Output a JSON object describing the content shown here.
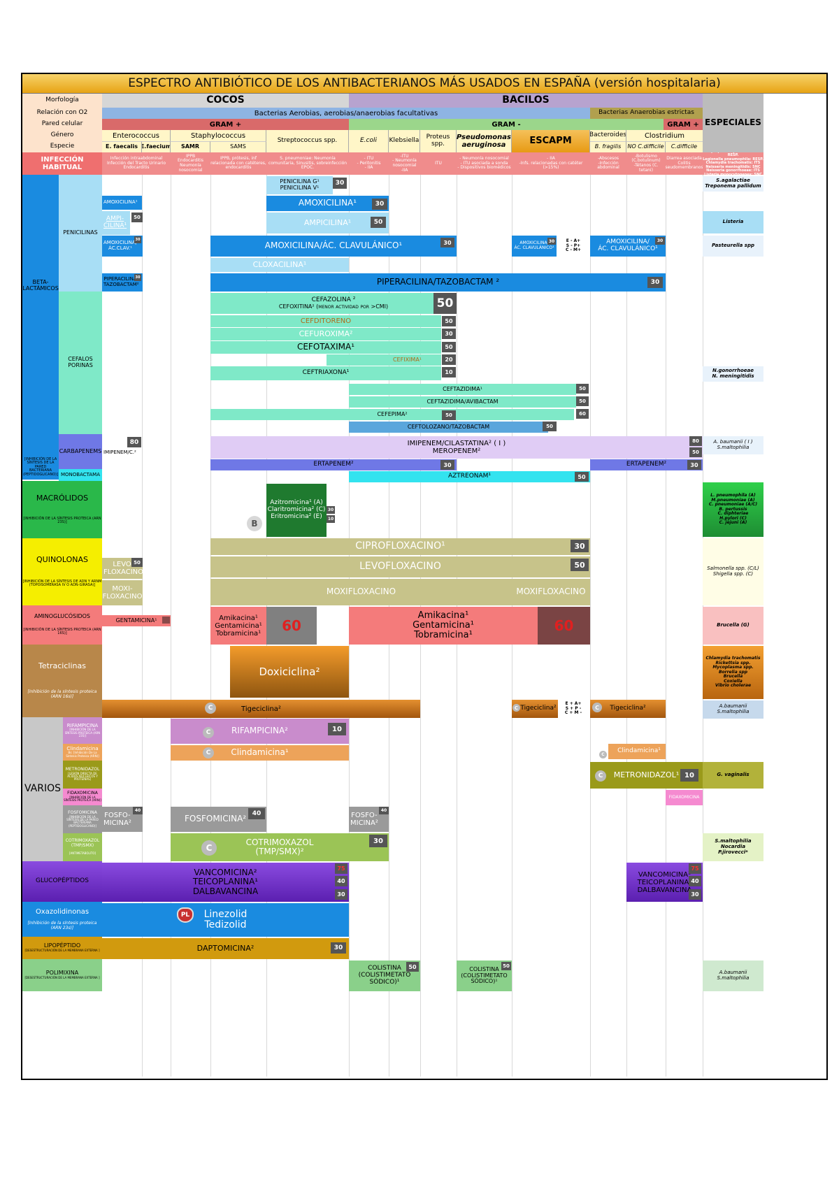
{
  "title": "ESPECTRO ANTIBIÓTICO DE LOS ANTIBACTERIANOS MÁS USADOS EN ESPAÑA (versión hospitalaria)",
  "header_labels": {
    "morfologia": "Morfología",
    "relacion_o2": "Relación con O2",
    "pared": "Pared celular",
    "genero": "Género",
    "especie": "Especie",
    "infeccion": "INFECCIÓN HABITUAL"
  },
  "morph": {
    "cocos": "COCOS",
    "bacilos": "BACILOS",
    "especiales": "ESPECIALES"
  },
  "o2": {
    "aerobias": "Bacterias Aerobias, aerobias/anaerobias facultativas",
    "anaerobias": "Bacterias Anaerobias estrictas"
  },
  "wall": {
    "gram_pos": "GRAM +",
    "gram_neg": "GRAM -",
    "gram_pos2": "GRAM +"
  },
  "genus": {
    "enterococcus": "Enterococcus",
    "staph": "Staphylococcus",
    "strep": "Streptococcus spp.",
    "ecoli": "E.coli",
    "klebsiella": "Klebsiella",
    "proteus": "Proteus spp.",
    "pseudomonas": "Pseudomonas aeruginosa",
    "escapm": "ESCAPM",
    "bacteroides": "Bacteroides",
    "clostridium": "Clostridium"
  },
  "species": {
    "faecalis": "E. faecalis",
    "faecium": "E.faecium",
    "samr": "SAMR",
    "sams": "SAMS",
    "fragilis": "B. fragilis",
    "no_cdiff": "NO C.difficile",
    "cdiff": "C.difficile"
  },
  "infections": {
    "enterococcus": "Infección intraabdominal\nInfección del Tracto Urinario\nEndocarditis",
    "samr": "IPPB\nEndocarditis\nNeumonía nosocomial",
    "sams": "IPPB, prótesis, inf relacionada con catéteres, endocarditis",
    "strep": "S. pneumoniae: Neumonía comunitaria, Sinusitis, sobreinfección EPOC.",
    "ecoli": "- ITU\n- Peritonitis\n- IIA",
    "klebsiella": "-ITU\n- Neumonía nosocomial\n-IIA",
    "proteus": "ITU",
    "pseudomonas": "- Neumonía nosocomial\n- ITU asociada a sonda\n- Dispositivos biomédicos",
    "escapm": "- IIA\n-Infs. relacionadas con catéter (>15%)",
    "bacteroides": "-Abscesos\n-Infección abdominal",
    "no_cdiff": "-Botulismo (C.botulinum)\n-Tétanos (C. tetani)",
    "cdiff": "Diarrea asociada\nColitis pseudomembranosa",
    "especiales": "Mycoplasma pneumoniae: RESP.\nLegionella pneumophila: RESP.\nChlamydia trachomatis: ITS\nNeisseria meningitidis: SNC\nNeisseria gonorrhoeae: ITS\nListeria monocytogenes: SNC"
  },
  "left_labels": {
    "beta": "BETA-LACTÁMICOS",
    "beta_sub": "[INHIBICIÓN DE LA SÍNTESIS DE LA PARED BACTERIANA (PEPTIDOGLICANO)]",
    "penicilinas": "PENICILINAS",
    "cefalosporinas": "CEFALOS\nPORINAS",
    "carbapenems": "CARBAPENEMS",
    "monobactama": "MONOBACTAMA",
    "macrolidos": "MACRÓLIDOS",
    "macrolidos_sub": "[INHIBICIÓN DE LA SÍNTESIS PROTEICA (ARN 23S)]",
    "quinolonas": "QUINOLONAS",
    "quinolonas_sub": "[INHIBICIÓN DE LA SÍNTESIS DE ADN Y ARNM (TOPOISOMERASA IV O ADN-GIRASA)]",
    "aminoglucosidos": "AMINOGLUCÓSIDOS",
    "amino_sub": "[INHIBICIÓN DE LA SÍNTESIS PROTEICA (ARN 16S)]",
    "tetraciclinas": "Tetraciclinas",
    "tetra_sub": "[Inhibición de la síntesis proteica (ARN 16s)]",
    "varios": "VARIOS",
    "rifampicina": "RIFAMPICINA",
    "rifampicina_sub": "[INHIBICIÓN DE LA SÍNTESIS PROTEICA (ARN 23S)]",
    "clindamicina": "Clindamicina",
    "clindamicina_sub": "Bs: [Inhibición De La Síntesis Proteica (ARN)]",
    "metronidazol": "METRONIDAZOL",
    "metronidazol_sub": "[LESIÓN DIRECTA DE ÁCIDOS NUCLEICOS Y PROTEÍNAS]",
    "fidaxomicina": "FIDAXOMICINA",
    "fidaxomicina_sub": "[INHIBICIÓN DE LA SÍNTESIS PROTEICA (ARN)]",
    "fosfomicina": "FOSFOMICINA",
    "fosfomicina_sub": "[INHIBICIÓN DE LA SÍNTESIS DE LA PARED BACTERIANA (PEPTIDOGLICANO)]",
    "cotrimoxazol": "COTRIMOXAZOL\n(TMP/SMX)",
    "cotrimoxazol_sub": "[ANTIMETABOLITO]",
    "glucopeptidos": "GLUCOPÉPTIDOS",
    "oxazolidinonas": "Oxazolidinonas",
    "oxazo_sub": "[Inhibición de la síntesis proteica (ARN 23s)]",
    "lipopeptido": "LIPOPÉPTIDO",
    "lipo_sub": "[DESESTRUCTURACIÓN DE LA MEMBRANA EXTERNA ]",
    "polimixina": "POLIMIXINA",
    "poli_sub": "[DESESTRUCTURACIÓN DE LA MEMBRANA EXTERNA ]"
  },
  "drugs": {
    "penicilina": "PENICILINA G¹\nPENICILINA V¹",
    "amoxicilina": "AMOXICILINA¹",
    "amoxicilina_small": "AMOXICILINA¹",
    "ampicilina_small": "AMPI-\nCILINA¹",
    "ampicilina": "AMPICILINA¹",
    "amoxclav_small": "AMOXICILINA/\nÁC.CLAV.¹",
    "amoxclav": "AMOXICILINA/ÁC. CLAVULÁNICO¹",
    "amoxclav_escapm": "AMOXICILINA/\nÁC. CLAVULÁNICO¹",
    "amoxclav_anaer": "AMOXICILINA/\nÁC. CLAVULÁNICO¹",
    "escapm_scale": "E - A+\nS - P+\nC - M+",
    "cloxacilina": "CLOXACILINA¹",
    "piptazo_small": "PIPERACILINA/\nTAZOBACTAM²",
    "piptazo": "PIPERACILINA/TAZOBACTAM ²",
    "cefazolina": "CEFAZOLINA ²",
    "cefoxitina": "CEFOXITINA² (menor actividad por >CMI)",
    "cefditoreno": "CEFDITORENO",
    "cefuroxima": "CEFUROXIMA²",
    "cefotaxima": "CEFOTAXIMA¹",
    "cefixima": "CEFIXIMA¹",
    "ceftriaxona": "CEFTRIAXONA¹",
    "ceftazidima": "CEFTAZIDIMA¹",
    "ceftazavi": "CEFTAZIDIMA/AVIBACTAM",
    "cefepima": "CEFEPIMA²",
    "ceftolozano": "CEFTOLOZANO/TAZOBACTAM",
    "imipenem_small": "IMIPENEM/C.²",
    "imipenem": "IMIPENEM/CILASTATINA² ( I )",
    "meropenem": "MEROPENEM²",
    "ertapenem": "ERTAPENEM²",
    "ertapenem2": "ERTAPENEM²",
    "aztreonam": "AZTREONAM¹",
    "macrolidos": "Azitromicina¹ (A)\nClaritromicina² (C)\nEritromicina² (E)",
    "ciprofloxacino": "CIPROFLOXACINO¹",
    "levofloxacino": "LEVOFLOXACINO",
    "levo_small": "LEVO-\nFLOXACINO",
    "moxifloxacino": "MOXIFLOXACINO",
    "moxifloxacino2": "MOXIFLOXACINO",
    "moxi_small": "MOXI-\nFLOXACINO",
    "gentamicina_small": "GENTAMICINA¹",
    "amino_small": "Amikacina¹\nGentamicina¹\nTobramicina¹",
    "amino_big": "Amikacina¹\nGentamicina¹\nTobramicina¹",
    "doxiciclina": "Doxiciclina²",
    "tigeciclina": "Tigeciclina²",
    "tigeciclina2": "Tigeciclina²",
    "tigeciclina3": "Tigeciclina²",
    "tige_scale": "E + A+\nS + P -\nC + M -",
    "rifampicina": "RIFAMPICINA²",
    "clindamicina": "Clindamicina¹",
    "clindamicina2": "Clindamicina¹",
    "metronidazol": "METRONIDAZOL¹",
    "fidaxomicina": "FIDAXOMICINA",
    "fosfo_small": "FOSFO-\nMICINA²",
    "fosfomicina": "FOSFOMICINA²",
    "fosfo_small2": "FOSFO-\nMICINA²",
    "cotrimoxazol": "COTRIMOXAZOL\n(TMP/SMX)²",
    "glucopeptidos": "VANCOMICINA²\nTEICOPLANINA¹\nDALBAVANCINA",
    "glucopeptidos2": "VANCOMICINA²\nTEICOPLANINA¹\nDALBAVANCINA",
    "linezolid": "Linezolid\nTedizolid",
    "daptomicina": "DAPTOMICINA²",
    "colistina": "COLISTINA\n(COLISTIMETATO\nSÓDICO)¹",
    "colistina2": "COLISTINA\n(COLISTIMETATO\nSÓDICO)¹"
  },
  "badges": {
    "b30": "30",
    "b50": "50",
    "b80": "80",
    "b10": "10",
    "b20": "20",
    "b40": "40",
    "b60": "60",
    "b75": "75",
    "b_big50": "50"
  },
  "circles": {
    "b": "B",
    "c": "C",
    "pl": "PL"
  },
  "especiales": {
    "strep": "S.agalactiae\nTreponema pallidum",
    "listeria": "Listeria",
    "pasteurella": "Pasteurella spp",
    "ceftriax": "N.gonorrhoeae\nN. meningitidis",
    "carbap": "A. baumanii ( I )\nS.maltophilia",
    "macro": "L. pneumophila (A)\nM.pneumoniae (A)\nC. pneumoniae (A/C)\nB. pertussis\nC. diphteriae\nH.pylori (C)\nC. jejuni (A)",
    "quino": "Salmonella spp. (C/L)\nShigella spp. (C)",
    "amino": "Brucella (G)",
    "tetra": "Chlamydia trachomatis\nRickettsia spp.\nMycoplasma spp.\nBorrelia spp\nBrucella\nCoxiella\nVibrio cholerae",
    "tige": "A.baumanii\nS.maltophilia",
    "metro": "G. vaginalis",
    "cotri": "S.maltophilia\nNocardia\nP.jirovecci*",
    "poli": "A.baumanii\nS.maltophilia"
  },
  "colors": {
    "title_bar": "#f0b020",
    "cocos": "#d6d6d6",
    "bacilos": "#b7a3cf",
    "aerobias": "#8eb4e3",
    "anaerobias": "#9a8a3c",
    "gram_pos": "#d96a6a",
    "gram_neg": "#9bd68b",
    "infeccion": "#f08c8c",
    "beta": "#1a8be0",
    "penicilinas": "#a8def5",
    "cefalos": "#7fe9c8",
    "carbap": "#6f78e6",
    "monobact": "#33e3ef",
    "macro": "#2ab84a",
    "quino": "#f5ee00",
    "amino": "#f47b7b",
    "tetra": "#b8874a",
    "varios": "#c8c8c8",
    "gluco": "#7a37d2",
    "oxazo": "#1a8be0",
    "lipo": "#d19a0e",
    "poli": "#8ad08a"
  }
}
